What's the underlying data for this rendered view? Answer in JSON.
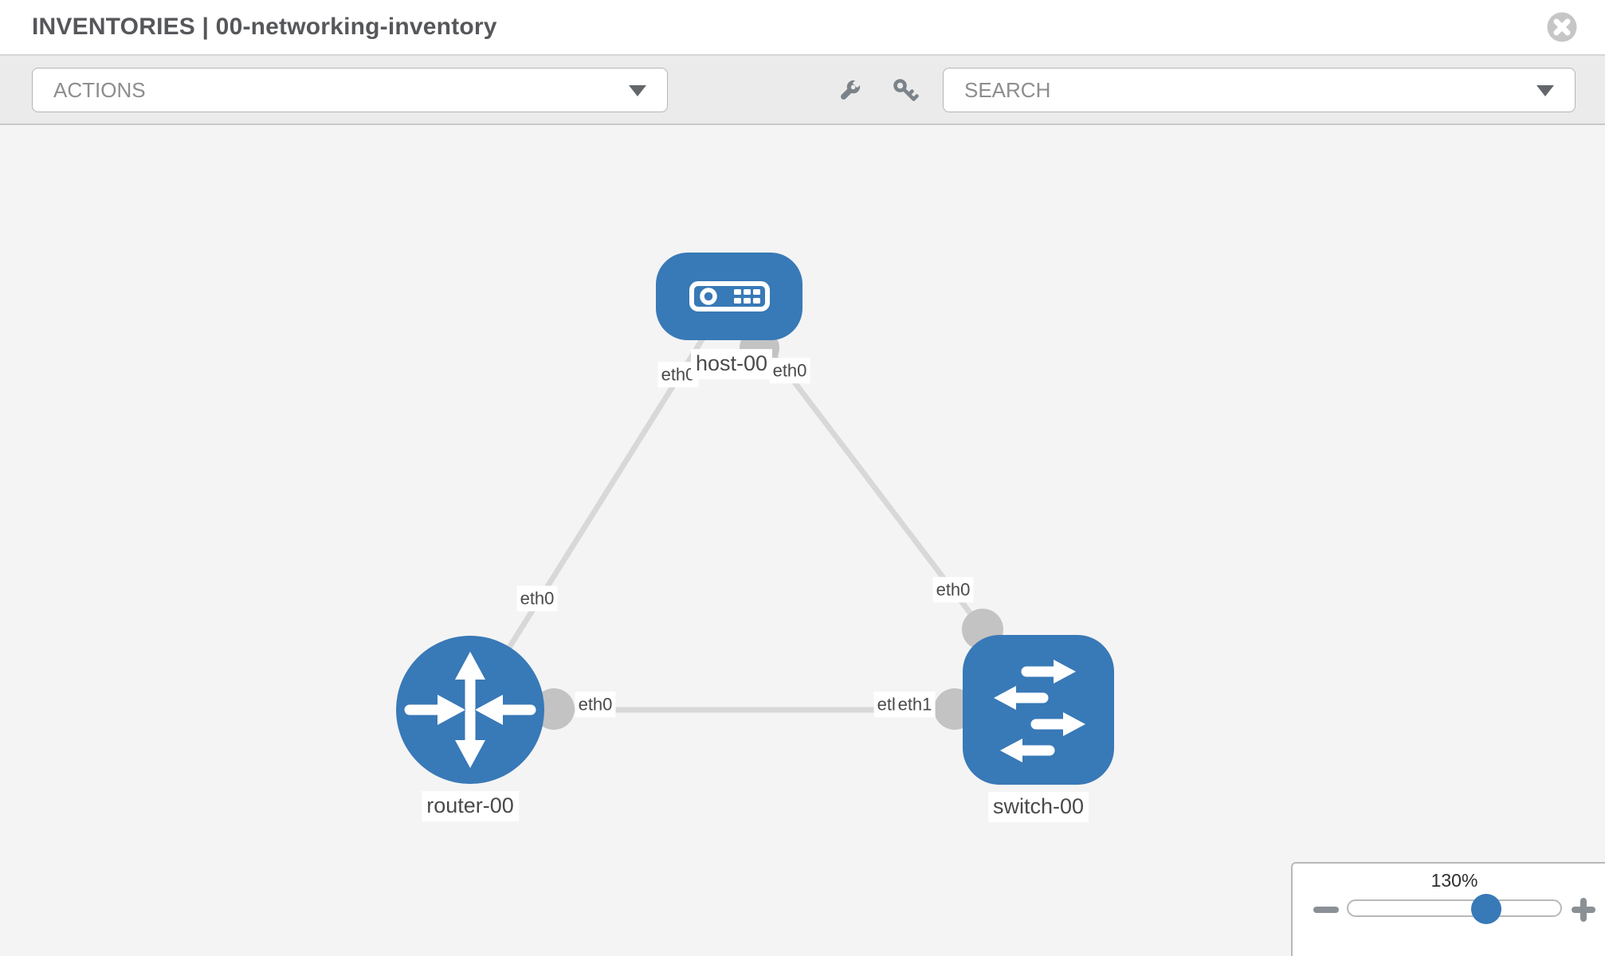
{
  "header": {
    "title": "INVENTORIES | 00-networking-inventory"
  },
  "toolbar": {
    "actions_label": "ACTIONS",
    "search_label": "SEARCH",
    "icons": [
      "wrench",
      "key"
    ]
  },
  "topology": {
    "nodes": [
      {
        "name": "host-00",
        "type": "host"
      },
      {
        "name": "router-00",
        "type": "router"
      },
      {
        "name": "switch-00",
        "type": "switch"
      }
    ],
    "interface_labels": {
      "host_left": "eth0",
      "host_right": "eth0",
      "router_top": "eth0",
      "router_right": "eth0",
      "switch_top": "eth0",
      "switch_left_back": "eth0",
      "switch_left_front": "eth1"
    },
    "links": [
      {
        "source": "host-00",
        "source_interface": "eth0",
        "target": "router-00",
        "target_interface": "eth0"
      },
      {
        "source": "host-00",
        "source_interface": "eth0",
        "target": "switch-00",
        "target_interface": "eth0"
      },
      {
        "source": "router-00",
        "source_interface": "eth0",
        "target": "switch-00",
        "target_interface": "eth1"
      }
    ]
  },
  "zoom_control": {
    "level": "130%"
  },
  "colors": {
    "node_blue": "#3879b7",
    "link_gray": "#d8d8d8",
    "port_gray": "#c3c3c3",
    "canvas_bg": "#f4f4f4",
    "toolbar_bg": "#ebebeb",
    "accent_text": "#56575b"
  }
}
